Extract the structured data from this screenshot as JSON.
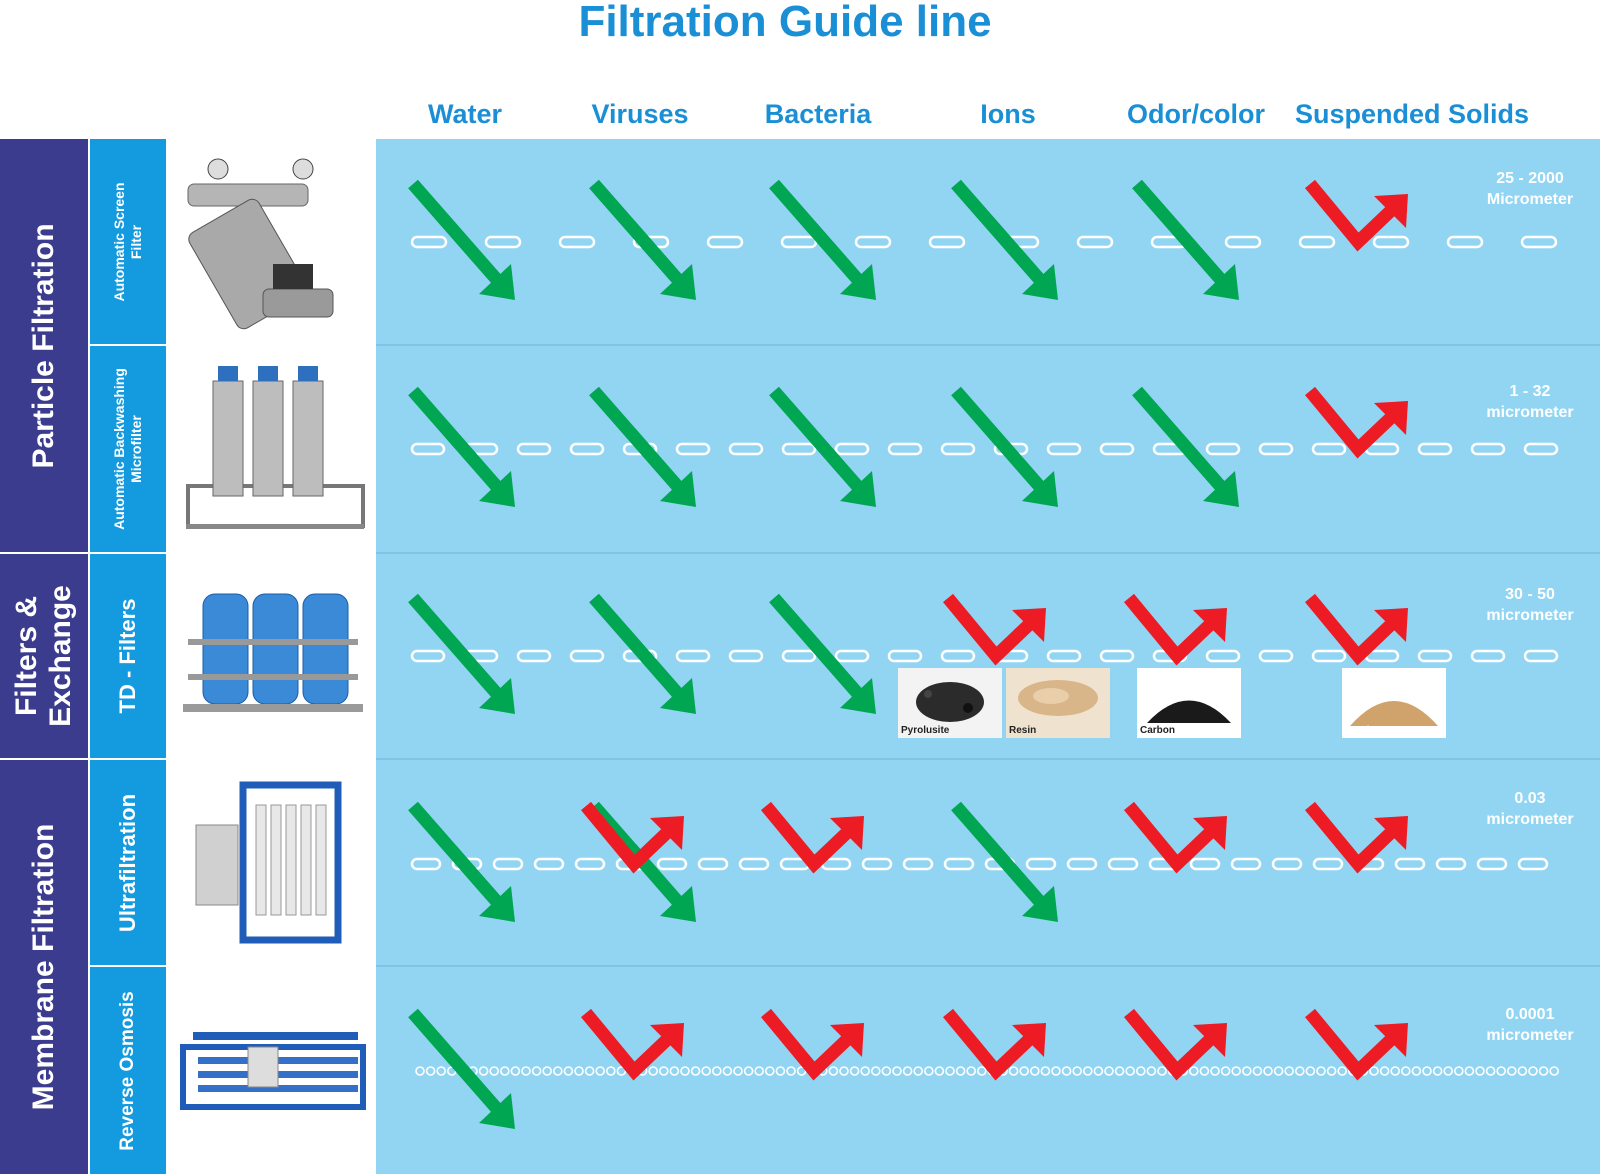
{
  "title": "Filtration Guide line",
  "columns": [
    "Water",
    "Viruses",
    "Bacteria",
    "Ions",
    "Odor/color",
    "Suspended Solids"
  ],
  "groups": [
    {
      "label": "Particle Filtration"
    },
    {
      "label_line1": "Filters &",
      "label_line2": "Exchange"
    },
    {
      "label": "Membrane  Filtration"
    }
  ],
  "rows": [
    {
      "name_line1": "Automatic Screen",
      "name_line2": "Filter",
      "spec_line1": "25 - 2000",
      "spec_line2": "Micrometer",
      "passes": [
        true,
        true,
        true,
        true,
        true,
        false
      ]
    },
    {
      "name_line1": "Automatic Backwashing",
      "name_line2": "Microfilter",
      "spec_line1": "1 - 32",
      "spec_line2": "micrometer",
      "passes": [
        true,
        true,
        true,
        true,
        true,
        false
      ]
    },
    {
      "name_line1": "TD - Filters",
      "name_line2": "",
      "spec_line1": "30 - 50",
      "spec_line2": "micrometer",
      "passes": [
        true,
        true,
        true,
        false,
        false,
        false
      ]
    },
    {
      "name_line1": "Ultrafiltration",
      "name_line2": "",
      "spec_line1": "0.03",
      "spec_line2": "micrometer",
      "passes": [
        true,
        "both",
        false,
        true,
        false,
        false
      ]
    },
    {
      "name_line1": "Reverse Osmosis",
      "name_line2": "",
      "spec_line1": "0.0001",
      "spec_line2": "micrometer",
      "passes": [
        true,
        false,
        false,
        false,
        false,
        false
      ]
    }
  ],
  "media": [
    "Pyrolusite",
    "Resin",
    "Carbon",
    "Sand"
  ],
  "colors": {
    "title": "#1a8fd6",
    "group": "#3b3c8e",
    "subcell": "#149ade",
    "band": "#92d5f3",
    "pass_arrow": "#00a651",
    "block_arrow": "#ed1c24"
  },
  "icons": {
    "pass": "green-down-arrow-icon",
    "block": "red-rebound-arrow-icon",
    "membrane": "dashed-membrane-line"
  }
}
